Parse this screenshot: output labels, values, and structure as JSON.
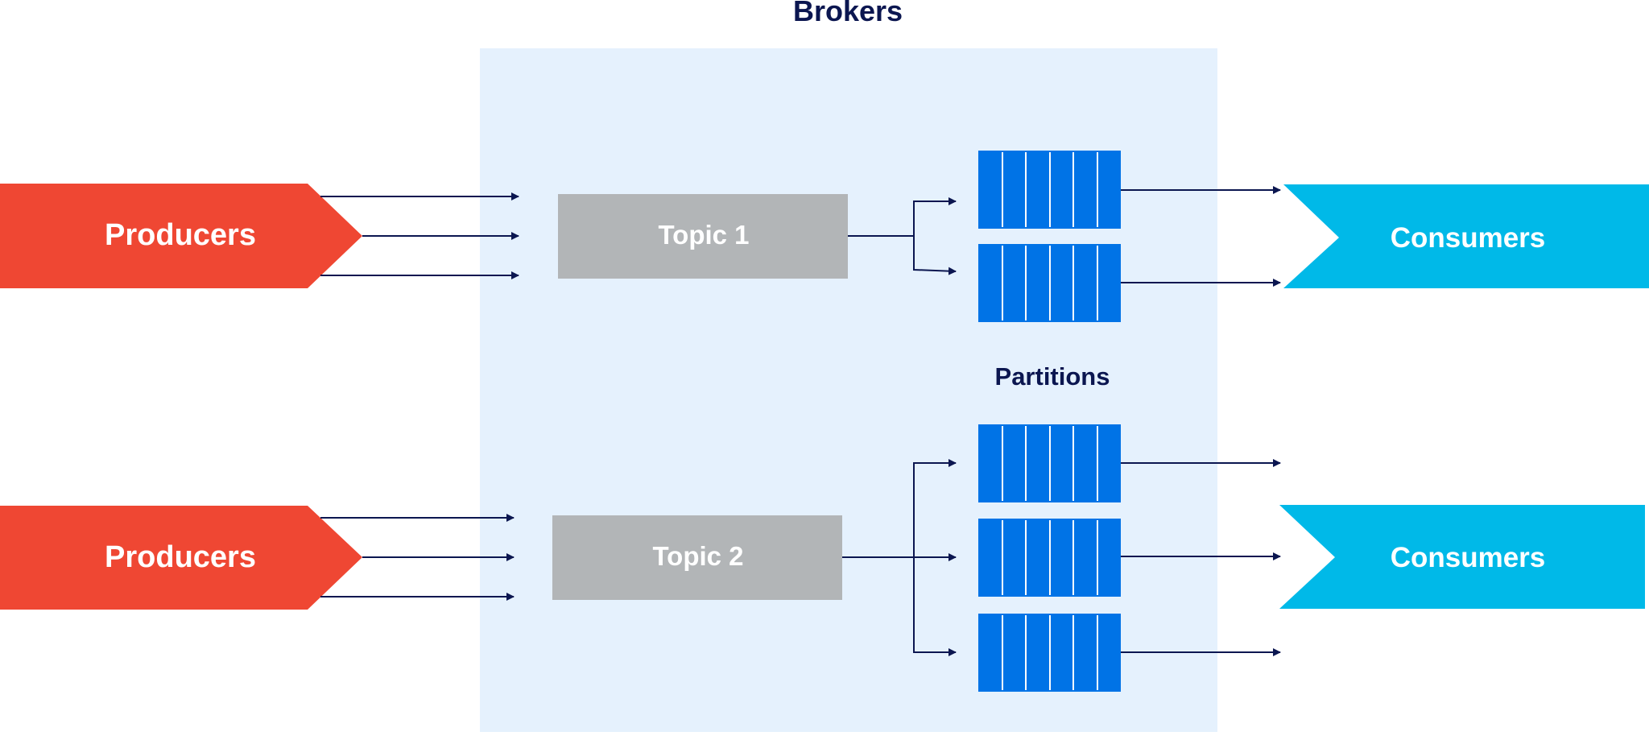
{
  "title": "Brokers",
  "partitions_label": "Partitions",
  "rows": [
    {
      "producer_label": "Producers",
      "topic_label": "Topic 1",
      "partition_count": 2,
      "consumer_label": "Consumers"
    },
    {
      "producer_label": "Producers",
      "topic_label": "Topic 2",
      "partition_count": 3,
      "consumer_label": "Consumers"
    }
  ],
  "colors": {
    "producer": "#ef4733",
    "consumer": "#00b9e8",
    "topic": "#b2b5b7",
    "partition": "#0073e6",
    "broker_area": "#e5f1fd",
    "heading": "#0b1650",
    "arrow": "#0b1650",
    "label_text": "#ffffff"
  }
}
